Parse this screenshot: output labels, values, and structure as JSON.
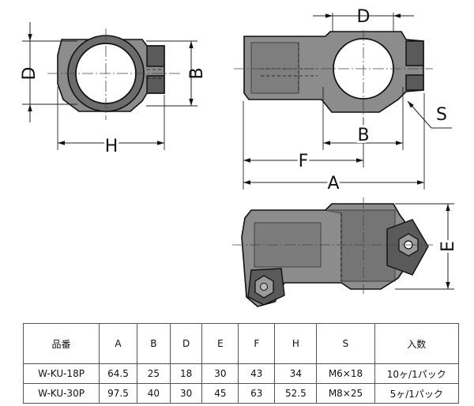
{
  "dimension_labels": {
    "A": "A",
    "B": "B",
    "D": "D",
    "E": "E",
    "F": "F",
    "H": "H",
    "S": "S"
  },
  "table": {
    "headers": [
      "品番",
      "A",
      "B",
      "D",
      "E",
      "F",
      "H",
      "S",
      "入数"
    ],
    "rows": [
      [
        "W-KU-18P",
        "64.5",
        "25",
        "18",
        "30",
        "43",
        "34",
        "M6×18",
        "10ヶ/1パック"
      ],
      [
        "W-KU-30P",
        "97.5",
        "40",
        "30",
        "45",
        "63",
        "52.5",
        "M8×25",
        "5ヶ/1パック"
      ]
    ]
  }
}
